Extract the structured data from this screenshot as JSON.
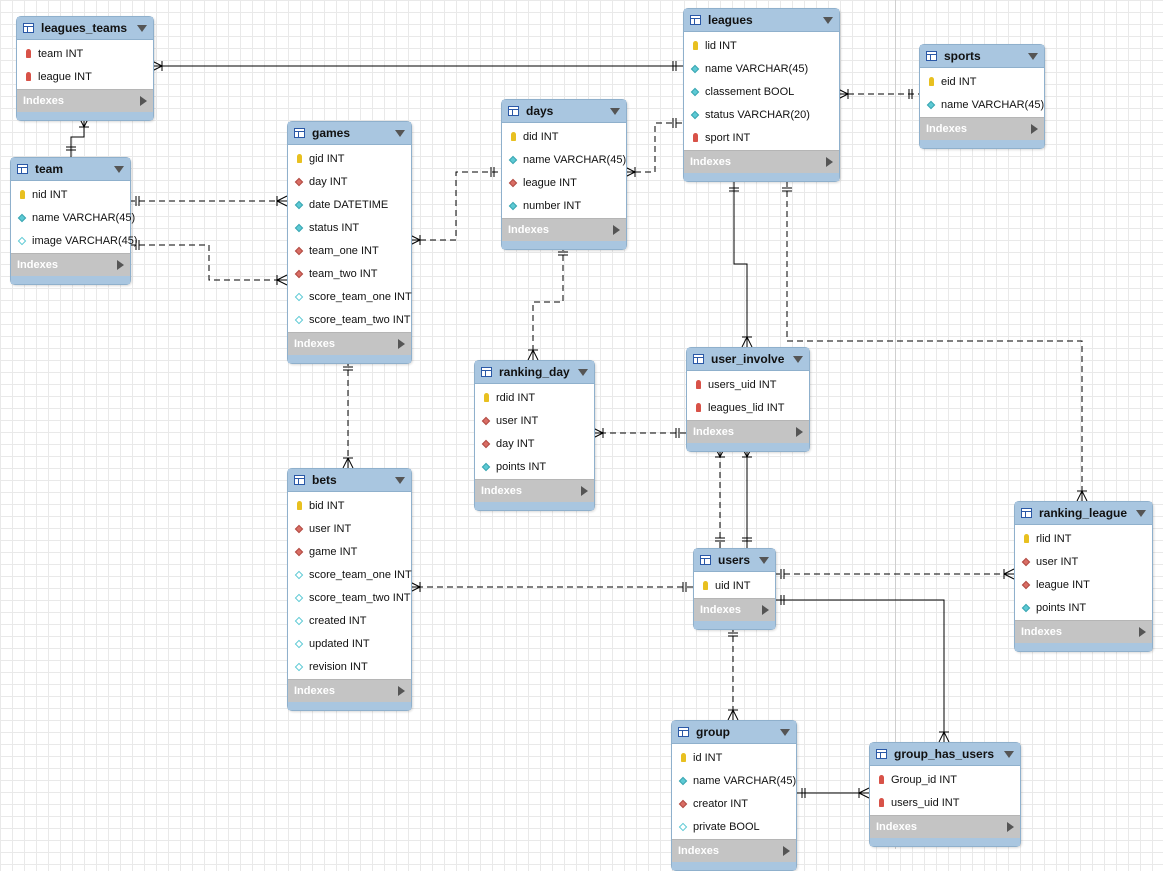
{
  "indexes_label": "Indexes",
  "tables": [
    {
      "id": "leagues_teams",
      "name": "leagues_teams",
      "columns": [
        {
          "name": "team INT",
          "kind": "fk-key"
        },
        {
          "name": "league INT",
          "kind": "fk-key"
        }
      ]
    },
    {
      "id": "team",
      "name": "team",
      "columns": [
        {
          "name": "nid INT",
          "kind": "pk"
        },
        {
          "name": "name VARCHAR(45)",
          "kind": "nn"
        },
        {
          "name": "image VARCHAR(45)",
          "kind": "nul"
        }
      ]
    },
    {
      "id": "games",
      "name": "games",
      "columns": [
        {
          "name": "gid INT",
          "kind": "pk"
        },
        {
          "name": "day INT",
          "kind": "fk"
        },
        {
          "name": "date DATETIME",
          "kind": "nn"
        },
        {
          "name": "status INT",
          "kind": "nn"
        },
        {
          "name": "team_one INT",
          "kind": "fk"
        },
        {
          "name": "team_two INT",
          "kind": "fk"
        },
        {
          "name": "score_team_one INT",
          "kind": "nul"
        },
        {
          "name": "score_team_two INT",
          "kind": "nul"
        }
      ]
    },
    {
      "id": "days",
      "name": "days",
      "columns": [
        {
          "name": "did INT",
          "kind": "pk"
        },
        {
          "name": "name VARCHAR(45)",
          "kind": "nn"
        },
        {
          "name": "league INT",
          "kind": "fk"
        },
        {
          "name": "number INT",
          "kind": "nn"
        }
      ]
    },
    {
      "id": "leagues",
      "name": "leagues",
      "columns": [
        {
          "name": "lid INT",
          "kind": "pk"
        },
        {
          "name": "name VARCHAR(45)",
          "kind": "nn"
        },
        {
          "name": "classement BOOL",
          "kind": "nn"
        },
        {
          "name": "status VARCHAR(20)",
          "kind": "nn"
        },
        {
          "name": "sport INT",
          "kind": "fk-key"
        }
      ]
    },
    {
      "id": "sports",
      "name": "sports",
      "columns": [
        {
          "name": "eid INT",
          "kind": "pk"
        },
        {
          "name": "name VARCHAR(45)",
          "kind": "nn"
        }
      ]
    },
    {
      "id": "ranking_day",
      "name": "ranking_day",
      "columns": [
        {
          "name": "rdid INT",
          "kind": "pk"
        },
        {
          "name": "user INT",
          "kind": "fk"
        },
        {
          "name": "day INT",
          "kind": "fk"
        },
        {
          "name": "points INT",
          "kind": "nn"
        }
      ]
    },
    {
      "id": "user_involve",
      "name": "user_involve",
      "columns": [
        {
          "name": "users_uid INT",
          "kind": "fk-key"
        },
        {
          "name": "leagues_lid INT",
          "kind": "fk-key"
        }
      ]
    },
    {
      "id": "bets",
      "name": "bets",
      "columns": [
        {
          "name": "bid INT",
          "kind": "pk"
        },
        {
          "name": "user INT",
          "kind": "fk"
        },
        {
          "name": "game INT",
          "kind": "fk"
        },
        {
          "name": "score_team_one INT",
          "kind": "nul"
        },
        {
          "name": "score_team_two INT",
          "kind": "nul"
        },
        {
          "name": "created INT",
          "kind": "nul"
        },
        {
          "name": "updated INT",
          "kind": "nul"
        },
        {
          "name": "revision INT",
          "kind": "nul"
        }
      ]
    },
    {
      "id": "users",
      "name": "users",
      "columns": [
        {
          "name": "uid INT",
          "kind": "pk"
        }
      ]
    },
    {
      "id": "ranking_league",
      "name": "ranking_league",
      "columns": [
        {
          "name": "rlid INT",
          "kind": "pk"
        },
        {
          "name": "user INT",
          "kind": "fk"
        },
        {
          "name": "league INT",
          "kind": "fk"
        },
        {
          "name": "points INT",
          "kind": "nn"
        }
      ]
    },
    {
      "id": "group",
      "name": "group",
      "columns": [
        {
          "name": "id INT",
          "kind": "pk"
        },
        {
          "name": "name VARCHAR(45)",
          "kind": "nn"
        },
        {
          "name": "creator INT",
          "kind": "fk"
        },
        {
          "name": "private BOOL",
          "kind": "nul"
        }
      ]
    },
    {
      "id": "group_has_users",
      "name": "group_has_users",
      "columns": [
        {
          "name": "Group_id INT",
          "kind": "fk-key"
        },
        {
          "name": "users_uid INT",
          "kind": "fk-key"
        }
      ]
    }
  ],
  "relationships": [
    {
      "from": "leagues_teams",
      "to": "leagues",
      "identifying": true,
      "from_end": "many",
      "to_end": "one"
    },
    {
      "from": "leagues_teams",
      "to": "team",
      "identifying": true,
      "from_end": "many",
      "to_end": "one"
    },
    {
      "from": "leagues",
      "to": "sports",
      "identifying": false,
      "from_end": "many",
      "to_end": "one"
    },
    {
      "from": "team",
      "to": "games",
      "identifying": false,
      "from_end": "one",
      "to_end": "many"
    },
    {
      "from": "team",
      "to": "games",
      "identifying": false,
      "from_end": "one",
      "to_end": "many"
    },
    {
      "from": "games",
      "to": "days",
      "identifying": false,
      "from_end": "many",
      "to_end": "one"
    },
    {
      "from": "days",
      "to": "leagues",
      "identifying": false,
      "from_end": "many",
      "to_end": "one"
    },
    {
      "from": "days",
      "to": "ranking_day",
      "identifying": false,
      "from_end": "one",
      "to_end": "many"
    },
    {
      "from": "games",
      "to": "bets",
      "identifying": false,
      "from_end": "one",
      "to_end": "many"
    },
    {
      "from": "leagues",
      "to": "user_involve",
      "identifying": true,
      "from_end": "one",
      "to_end": "many"
    },
    {
      "from": "leagues",
      "to": "ranking_league",
      "identifying": false,
      "from_end": "one",
      "to_end": "many"
    },
    {
      "from": "user_involve",
      "to": "ranking_day",
      "identifying": false,
      "from_end": "one",
      "to_end": "many"
    },
    {
      "from": "users",
      "to": "user_involve",
      "identifying": true,
      "from_end": "one",
      "to_end": "many"
    },
    {
      "from": "users",
      "to": "user_involve",
      "identifying": false,
      "from_end": "one",
      "to_end": "many"
    },
    {
      "from": "users",
      "to": "bets",
      "identifying": false,
      "from_end": "one",
      "to_end": "many"
    },
    {
      "from": "users",
      "to": "ranking_league",
      "identifying": false,
      "from_end": "one",
      "to_end": "many"
    },
    {
      "from": "users",
      "to": "group_has_users",
      "identifying": true,
      "from_end": "one",
      "to_end": "many"
    },
    {
      "from": "users",
      "to": "group",
      "identifying": false,
      "from_end": "one",
      "to_end": "many"
    },
    {
      "from": "group",
      "to": "group_has_users",
      "identifying": true,
      "from_end": "one",
      "to_end": "many"
    }
  ]
}
